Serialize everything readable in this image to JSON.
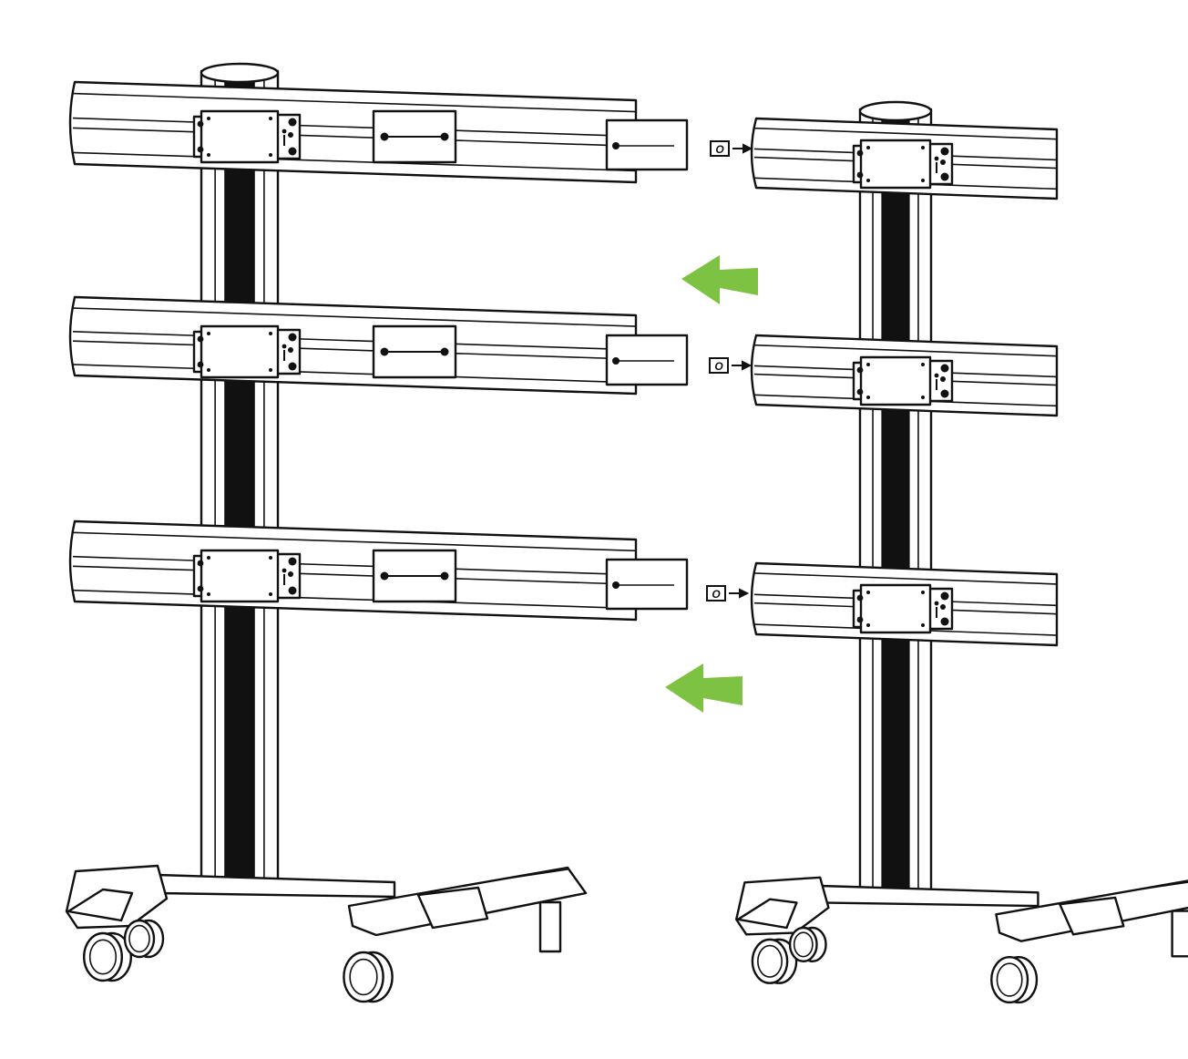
{
  "diagram": {
    "colors": {
      "line": "#111111",
      "fill": "#ffffff",
      "pole_slot": "#111111",
      "arrow": "#7dc242"
    },
    "assemblies": [
      {
        "id": "extended-cart",
        "extension_bars": true
      },
      {
        "id": "collapsed-cart",
        "extension_bars": false
      }
    ],
    "rows": [
      {
        "part_label": "O"
      },
      {
        "part_label": "O"
      },
      {
        "part_label": "O"
      }
    ],
    "direction_arrows": [
      {
        "icon": "green-left-arrow",
        "direction": "left"
      },
      {
        "icon": "green-left-arrow",
        "direction": "left"
      }
    ]
  }
}
